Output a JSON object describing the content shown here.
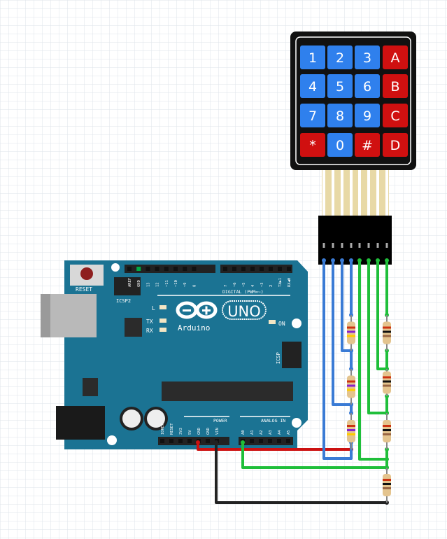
{
  "keypad": {
    "keys": [
      "1",
      "2",
      "3",
      "A",
      "4",
      "5",
      "6",
      "B",
      "7",
      "8",
      "9",
      "C",
      "*",
      "0",
      "#",
      "D"
    ],
    "colors": {
      "number": "#2f80ed",
      "letter": "#d01010",
      "body": "#111111"
    }
  },
  "arduino": {
    "reset_label": "RESET",
    "icsp2_label": "ICSP2",
    "icsp_label": "ICSP",
    "brand": "Arduino",
    "model": "UNO",
    "led_labels": [
      "L",
      "TX",
      "RX",
      "ON"
    ],
    "digital_label": "DIGITAL (PWM=~)",
    "digital_pins": [
      "AREF",
      "GND",
      "13",
      "12",
      "~11",
      "~10",
      "~9",
      "8",
      "7",
      "~6",
      "~5",
      "4",
      "~3",
      "2",
      "TX▶1",
      "RX◀0"
    ],
    "power_label": "POWER",
    "power_pins": [
      "IOREF",
      "RESET",
      "3V3",
      "5V",
      "GND",
      "GND",
      "VIN"
    ],
    "analog_label": "ANALOG IN",
    "analog_pins": [
      "A0",
      "A1",
      "A2",
      "A3",
      "A4",
      "A5"
    ],
    "board_color": "#1b7393"
  },
  "wires": {
    "row_color": "#3a7bd5",
    "col_color": "#1fbf3a",
    "power_color": "#cc1111",
    "ground_color": "#222222"
  }
}
